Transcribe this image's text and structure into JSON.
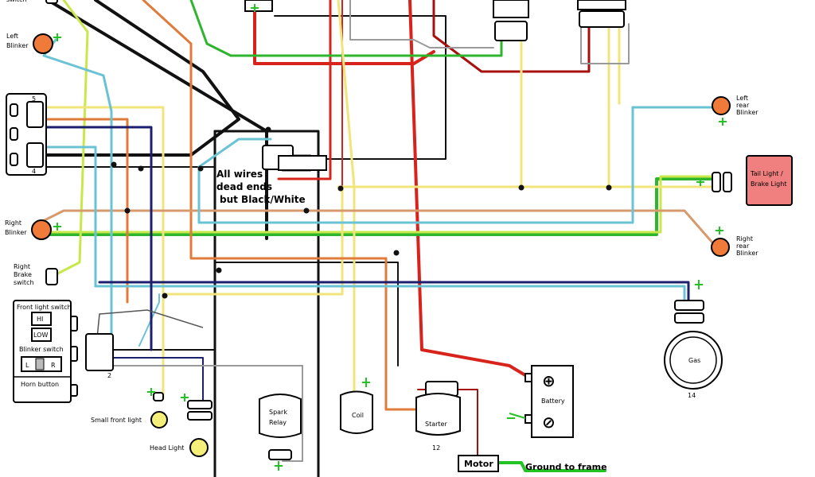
{
  "labels": {
    "switch_top": "switch",
    "left_blinker": [
      "Left",
      "Blinker"
    ],
    "right_blinker": [
      "Right",
      "Blinker"
    ],
    "right_brake_switch": [
      "Right",
      "Brake",
      "switch"
    ],
    "front_light_switch": "Front light switch",
    "hi": "HI",
    "low": "LOW",
    "blinker_switch": "Blinker switch",
    "blinker_l": "L",
    "blinker_r": "R",
    "horn_button": "Horn button",
    "small_front_light": "Small front light",
    "head_light": "Head Light",
    "spark_relay": [
      "Spark",
      "Relay"
    ],
    "coil": "Coil",
    "starter": "Starter",
    "starter_num": "12",
    "battery": "Battery",
    "battery_plus": "⊕",
    "battery_minus": "⊘",
    "motor": "Motor",
    "ground_to_frame": "Ground to frame",
    "gas": "Gas",
    "gas_num": "14",
    "left_rear_blinker": [
      "Left",
      "rear",
      "Blinker"
    ],
    "right_rear_blinker": [
      "Right",
      "rear",
      "Blinker"
    ],
    "tail_light": [
      "Tail Light /",
      "Brake Light"
    ],
    "dead_ends_note": [
      "All wires",
      "dead ends",
      "but Black/White"
    ],
    "connector_5": "5",
    "connector_4": "4",
    "connector_2": "2"
  },
  "colors": {
    "black": "#111111",
    "red": "#d8231c",
    "darkred": "#a80f0f",
    "green": "#2db52d",
    "lime": "#c8e84a",
    "yellow": "#f0e47a",
    "orange": "#e07b39",
    "tan": "#d79a6c",
    "lightblue": "#6ac3d4",
    "navy": "#1c1f6e",
    "gray": "#9a9a9a",
    "blinker_fill": "#f07a3a",
    "tail_fill": "#f08080",
    "light_fill": "#f6ee7a",
    "ground_green": "#22c322"
  }
}
